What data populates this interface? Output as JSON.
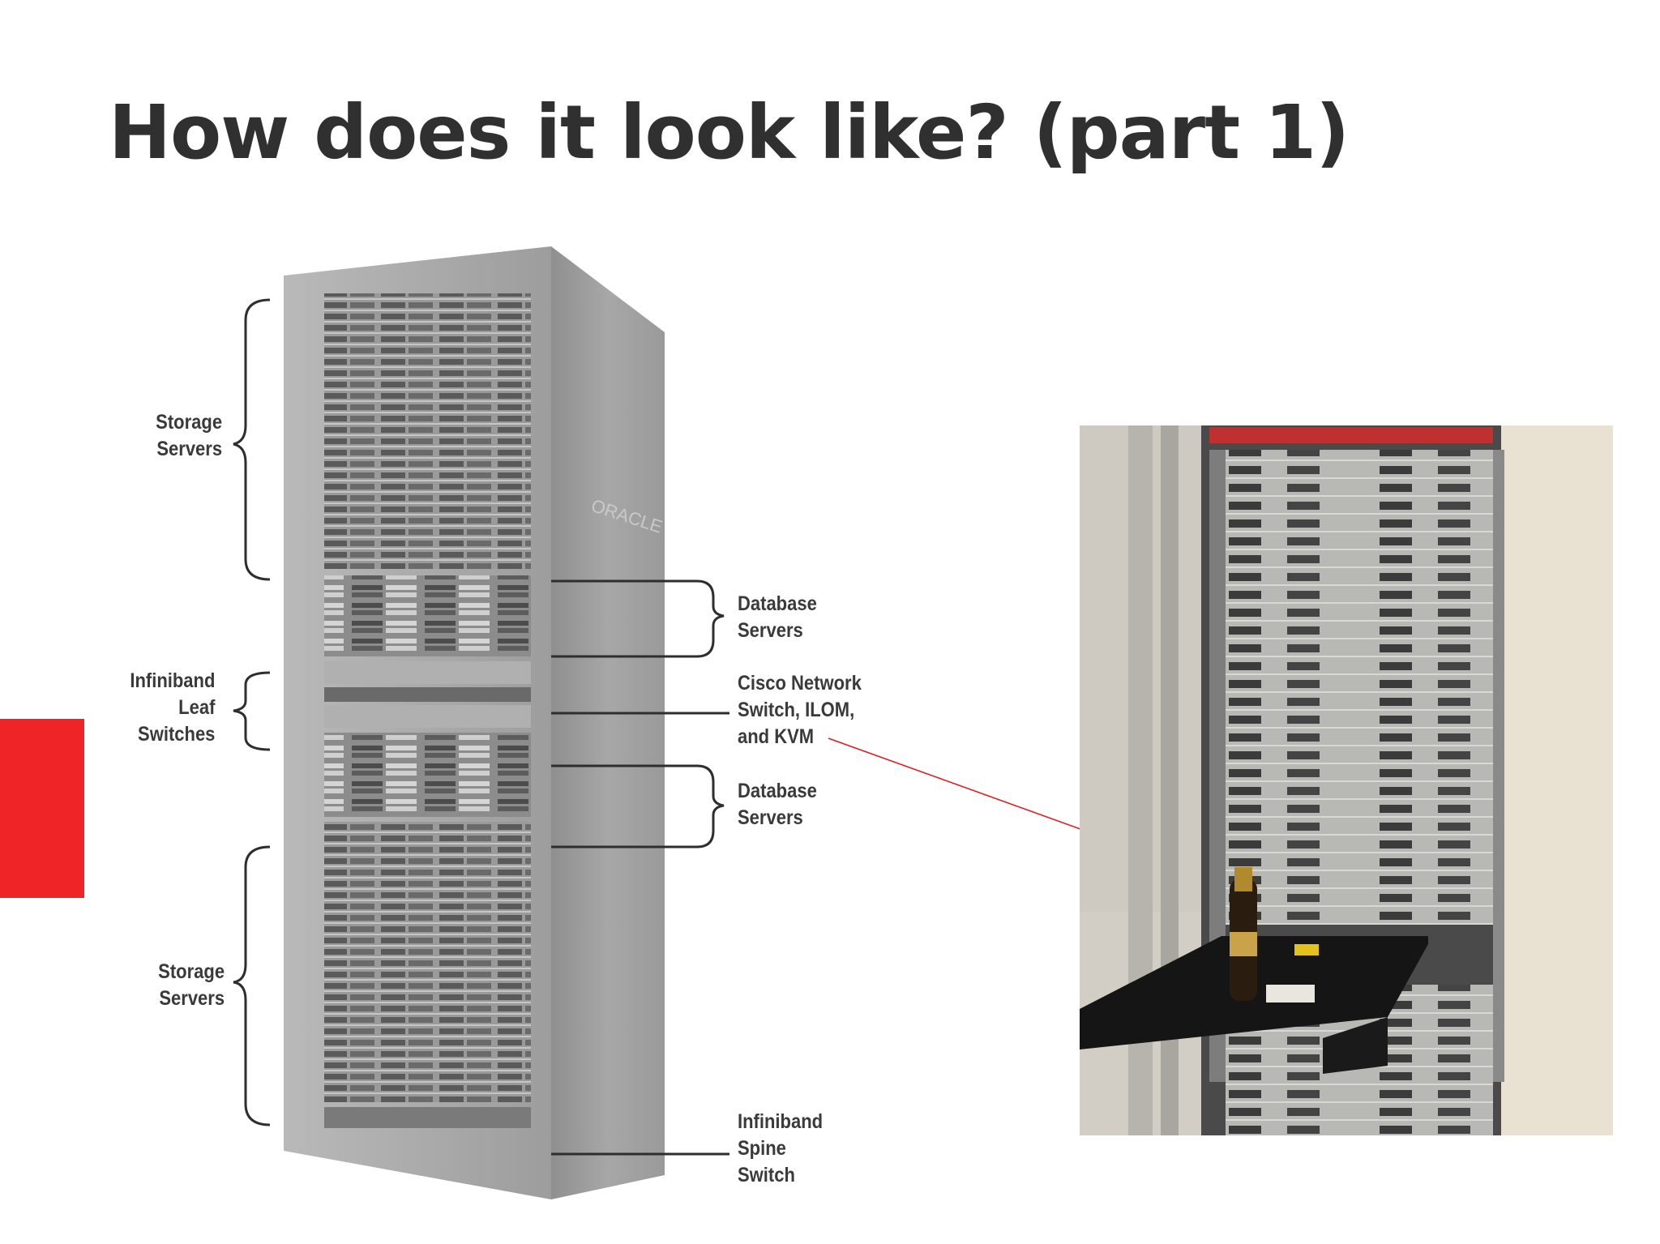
{
  "slide": {
    "title": "How does it look like? (part 1)",
    "accent_color": "#ee2427"
  },
  "rack_diagram": {
    "brand_text": "ORACLE",
    "callouts": {
      "storage_top": [
        "Storage",
        "Servers"
      ],
      "infiniband_leaf": [
        "Infiniband",
        "Leaf",
        "Switches"
      ],
      "storage_bottom": [
        "Storage",
        "Servers"
      ],
      "database_top": [
        "Database",
        "Servers"
      ],
      "cisco": [
        "Cisco Network",
        "Switch, ILOM,",
        "and KVM"
      ],
      "database_bottom": [
        "Database",
        "Servers"
      ],
      "infiniband_spine": [
        "Infiniband",
        "Spine",
        "Switch"
      ]
    }
  },
  "photo": {
    "subject": "exadata-rack-photo-with-bottle-on-kvm-tray",
    "arrow_color": "#e8161b"
  }
}
